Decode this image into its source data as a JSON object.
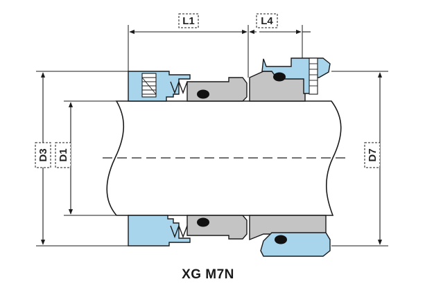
{
  "title": "XG M7N",
  "dimensions": {
    "l1": "L1",
    "l4": "L4",
    "d3": "D3",
    "d1": "D1",
    "d7": "D7"
  },
  "colors": {
    "seal_blue": "#a8d4ec",
    "seal_gray": "#c4c4c4",
    "outline": "#1a1a1a",
    "oring": "#111111"
  }
}
